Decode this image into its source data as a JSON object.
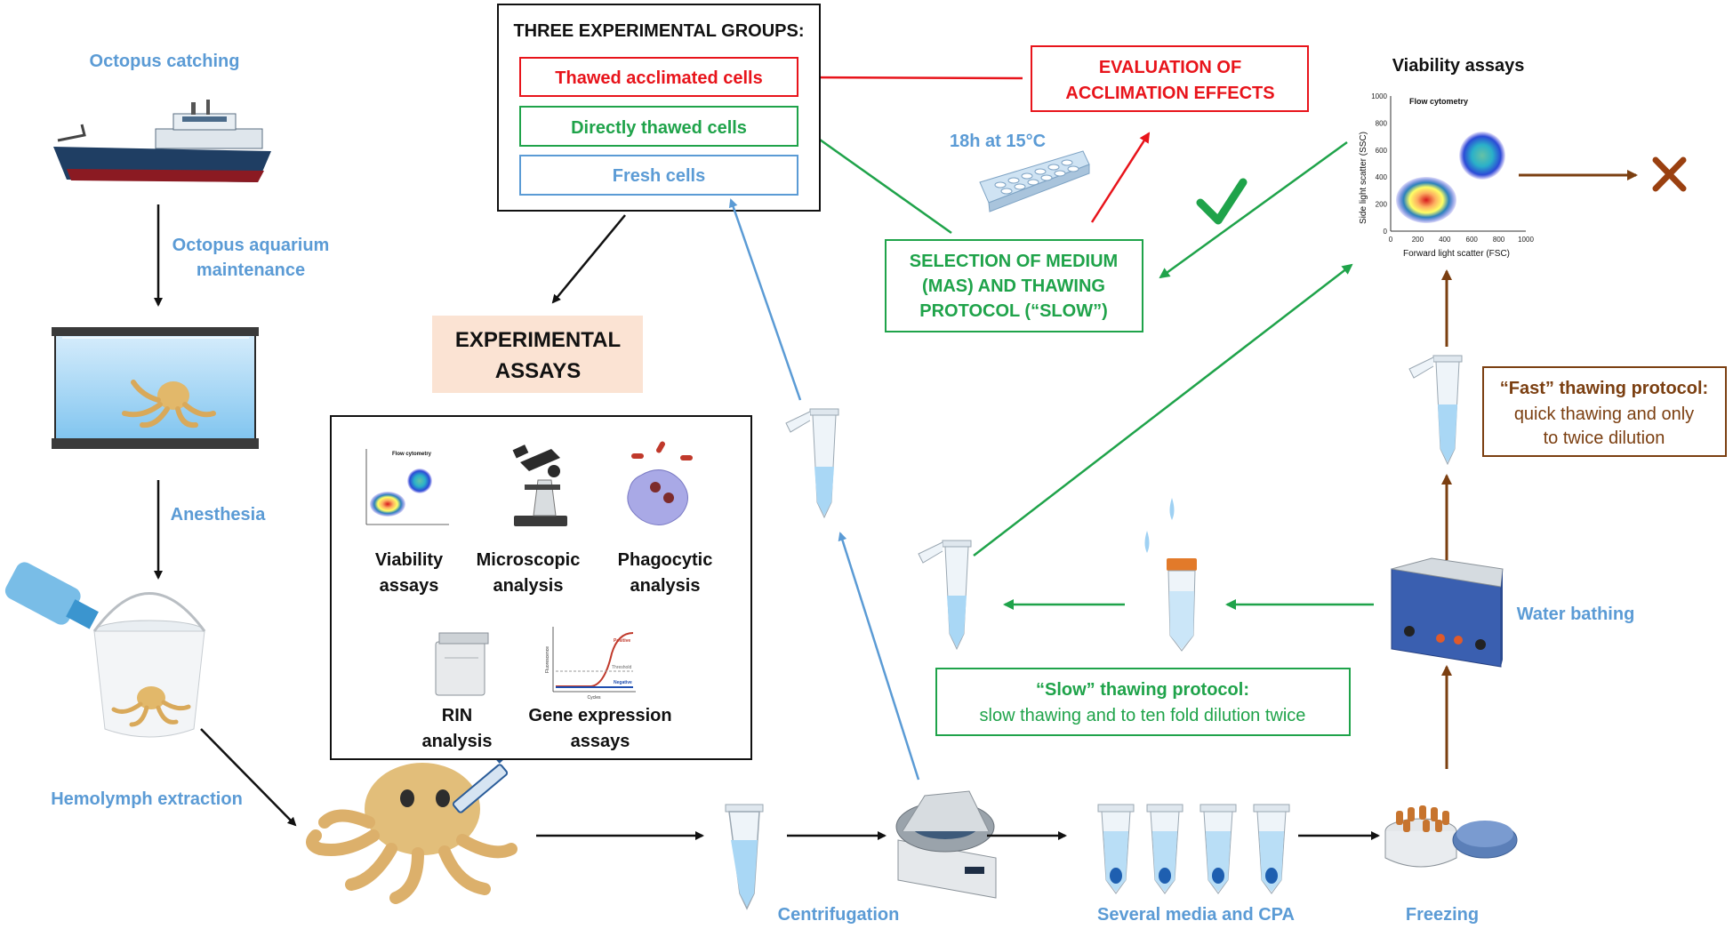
{
  "three_groups": {
    "title": "THREE EXPERIMENTAL GROUPS:",
    "thawed_acclimated": "Thawed acclimated cells",
    "directly_thawed": "Directly thawed cells",
    "fresh": "Fresh cells"
  },
  "evaluation": {
    "line1": "EVALUATION OF",
    "line2": "ACCLIMATION EFFECTS"
  },
  "acclimation_time": "18h at 15°C",
  "selection": {
    "line1": "SELECTION OF MEDIUM",
    "line2": "(MAS) AND THAWING",
    "line3": "PROTOCOL (“SLOW”)"
  },
  "viability_top": {
    "title": "Viability assays",
    "plot_title": "Flow cytometry",
    "x_label": "Forward light scatter (FSC)",
    "y_label": "Side light scatter (SSC)",
    "x_ticks": [
      "0",
      "200",
      "400",
      "600",
      "800",
      "1000"
    ],
    "y_ticks": [
      "0",
      "200",
      "400",
      "600",
      "800",
      "1000"
    ]
  },
  "fast_protocol": {
    "title": "“Fast” thawing protocol:",
    "line1": "quick thawing and only",
    "line2": "to twice dilution"
  },
  "slow_protocol": {
    "title": "“Slow” thawing  protocol:",
    "line1": "slow thawing and to ten fold dilution twice"
  },
  "experimental_assays": {
    "line1": "EXPERIMENTAL",
    "line2": "ASSAYS"
  },
  "assays": {
    "viability": [
      "Viability",
      "assays"
    ],
    "microscopic": [
      "Microscopic",
      "analysis"
    ],
    "phagocytic": [
      "Phagocytic",
      "analysis"
    ],
    "rin": [
      "RIN",
      "analysis"
    ],
    "gene": [
      "Gene expression",
      "assays"
    ],
    "mini_flow_title": "Flow cytometry",
    "pcr_positive": "Positive",
    "pcr_threshold": "Threshold",
    "pcr_negative": "Negative",
    "pcr_xlabel": "Cycles",
    "pcr_ylabel": "Fluorescence"
  },
  "steps": {
    "catching": "Octopus catching",
    "aquarium_1": "Octopus aquarium",
    "aquarium_2": "maintenance",
    "anesthesia": "Anesthesia",
    "hemolymph": "Hemolymph extraction",
    "centrifugation": "Centrifugation",
    "media": "Several media and CPA",
    "freezing": "Freezing",
    "water_bathing": "Water bathing"
  },
  "colors": {
    "blue": "#5b9bd5",
    "green": "#1fa34a",
    "red": "#e8141b",
    "brown": "#7b3f11",
    "black": "#111111"
  }
}
